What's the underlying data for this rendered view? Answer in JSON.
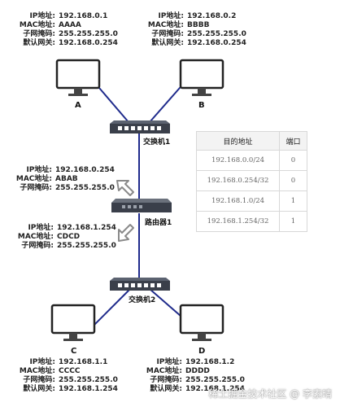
{
  "hosts": [
    {
      "id": "A",
      "label": "A",
      "rows": [
        {
          "key": "IP地址:",
          "value": "192.168.0.1"
        },
        {
          "key": "MAC地址:",
          "value": "AAAA"
        },
        {
          "key": "子网掩码:",
          "value": "255.255.255.0"
        },
        {
          "key": "默认网关:",
          "value": "192.168.0.254"
        }
      ]
    },
    {
      "id": "B",
      "label": "B",
      "rows": [
        {
          "key": "IP地址:",
          "value": "192.168.0.2"
        },
        {
          "key": "MAC地址:",
          "value": "BBBB"
        },
        {
          "key": "子网掩码:",
          "value": "255.255.255.0"
        },
        {
          "key": "默认网关:",
          "value": "192.168.0.254"
        }
      ]
    },
    {
      "id": "C",
      "label": "C",
      "rows": [
        {
          "key": "IP地址:",
          "value": "192.168.1.1"
        },
        {
          "key": "MAC地址:",
          "value": "CCCC"
        },
        {
          "key": "子网掩码:",
          "value": "255.255.255.0"
        },
        {
          "key": "默认网关:",
          "value": "192.168.1.254"
        }
      ]
    },
    {
      "id": "D",
      "label": "D",
      "rows": [
        {
          "key": "IP地址:",
          "value": "192.168.1.2"
        },
        {
          "key": "MAC地址:",
          "value": "DDDD"
        },
        {
          "key": "子网掩码:",
          "value": "255.255.255.0"
        },
        {
          "key": "默认网关:",
          "value": "192.168.1.254"
        }
      ]
    }
  ],
  "router": {
    "label": "路由器1",
    "port1": [
      {
        "key": "IP地址:",
        "value": "192.168.0.254"
      },
      {
        "key": "MAC地址:",
        "value": "ABAB"
      },
      {
        "key": "子网掩码:",
        "value": "255.255.255.0"
      }
    ],
    "port2": [
      {
        "key": "IP地址:",
        "value": "192.168.1.254"
      },
      {
        "key": "MAC地址:",
        "value": "CDCD"
      },
      {
        "key": "子网掩码:",
        "value": "255.255.255.0"
      }
    ]
  },
  "switches": {
    "switch1": "交换机1",
    "switch2": "交换机2"
  },
  "route_table": {
    "headers": [
      "目的地址",
      "端口"
    ],
    "rows": [
      [
        "192.168.0.0/24",
        "0"
      ],
      [
        "192.168.0.254/32",
        "0"
      ],
      [
        "192.168.1.0/24",
        "1"
      ],
      [
        "192.168.1.254/32",
        "1"
      ]
    ]
  },
  "watermark": "稀土掘金技术社区 @ 李素晴",
  "colors": {
    "link": "#1f2b8c",
    "device": "#3a3f4a",
    "arrow": "#8a8a8a"
  }
}
